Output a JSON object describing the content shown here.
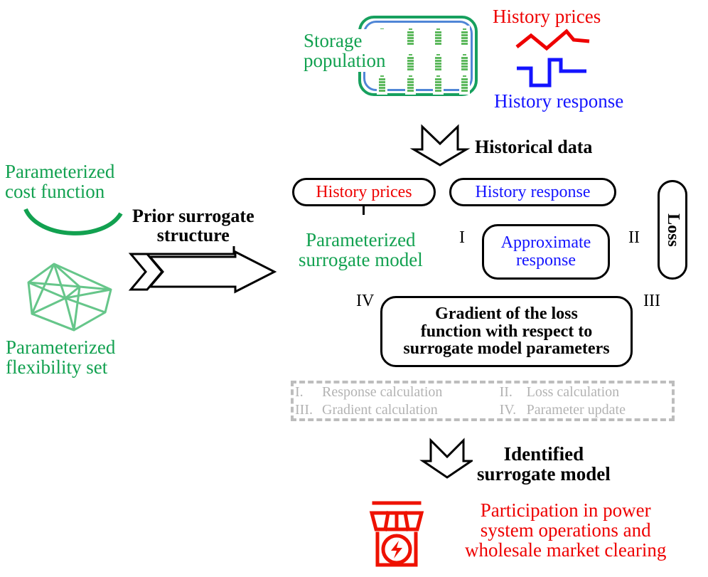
{
  "diagram": {
    "title_hidden": "Surrogate model identification workflow",
    "left_panel": {
      "cost_function_label_line1": "Parameterized",
      "cost_function_label_line2": "cost function",
      "flexibility_label_line1": "Parameterized",
      "flexibility_label_line2": "flexibility set",
      "arrow_label_line1": "Prior surrogate",
      "arrow_label_line2": "structure",
      "curve_icon": "convex-cost-curve",
      "polytope_icon": "polytope-flexibility-set"
    },
    "top_panel": {
      "storage_label_line1": "Storage",
      "storage_label_line2": "population",
      "history_prices_label": "History prices",
      "history_response_label": "History response",
      "battery_count": 12,
      "border_color_outer": "#17a05e",
      "border_color_inner": "#4f86d6",
      "price_curve_color": "#ee0000",
      "response_curve_color": "#1414ff"
    },
    "historical_data_label": "Historical data",
    "training_block": {
      "history_prices": "History prices",
      "history_response": "History response",
      "surrogate_model_line1": "Parameterized",
      "surrogate_model_line2": "surrogate model",
      "approximate_response_line1": "Approximate",
      "approximate_response_line2": "response",
      "loss": "Loss",
      "gradient_line1": "Gradient of the loss",
      "gradient_line2": "function with respect to",
      "gradient_line3": "surrogate model parameters",
      "step_markers": [
        "I",
        "II",
        "III",
        "IV"
      ]
    },
    "iteration_legend": {
      "items": [
        {
          "numeral": "I.",
          "text": "Response calculation"
        },
        {
          "numeral": "II.",
          "text": "Loss calculation"
        },
        {
          "numeral": "III.",
          "text": "Gradient calculation"
        },
        {
          "numeral": "IV.",
          "text": "Parameter update"
        }
      ]
    },
    "output": {
      "identified_line1": "Identified",
      "identified_line2": "surrogate model",
      "participation_line1": "Participation in power",
      "participation_line2": "system operations and",
      "participation_line3": "wholesale market clearing",
      "market_icon": "power-market-store-icon",
      "accent_color": "#ee1100"
    }
  }
}
